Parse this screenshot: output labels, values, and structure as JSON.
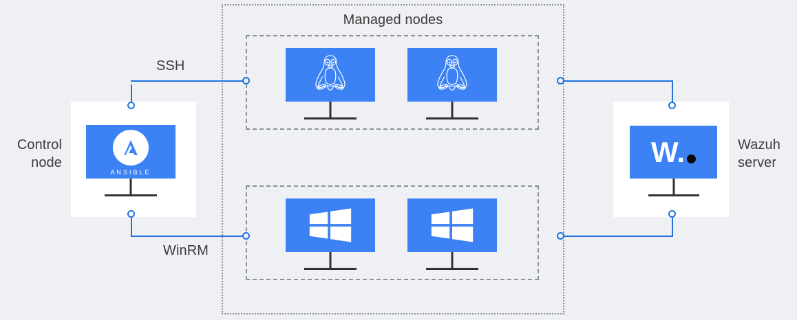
{
  "diagram": {
    "title": "Ansible control node to Wazuh managed nodes architecture",
    "background_color": "#eff0f4",
    "accent_color": "#3d82f5",
    "connector_color": "#1f72e0",
    "text_color": "#3c3c3c"
  },
  "labels": {
    "control_node": "Control\nnode",
    "wazuh_server": "Wazuh\nserver",
    "managed_nodes": "Managed nodes",
    "ssh": "SSH",
    "winrm": "WinRM"
  },
  "nodes": {
    "control": {
      "name": "Control node",
      "icon": "ansible-logo",
      "wordmark": "ANSIBLE"
    },
    "wazuh": {
      "name": "Wazuh server",
      "icon": "wazuh-logo",
      "wordmark": "W."
    },
    "managed": [
      {
        "id": "linux-node-1",
        "os": "linux",
        "icon": "linux-penguin-icon"
      },
      {
        "id": "linux-node-2",
        "os": "linux",
        "icon": "linux-penguin-icon"
      },
      {
        "id": "windows-node-1",
        "os": "windows",
        "icon": "windows-logo-icon"
      },
      {
        "id": "windows-node-2",
        "os": "windows",
        "icon": "windows-logo-icon"
      }
    ]
  },
  "connections": [
    {
      "id": "ssh",
      "from": "control-node",
      "to": "managed-nodes",
      "protocol": "SSH"
    },
    {
      "id": "winrm",
      "from": "control-node",
      "to": "managed-nodes",
      "protocol": "WinRM"
    },
    {
      "id": "wazuh-top",
      "from": "managed-nodes",
      "to": "wazuh-server",
      "protocol": ""
    },
    {
      "id": "wazuh-bottom",
      "from": "managed-nodes",
      "to": "wazuh-server",
      "protocol": ""
    }
  ]
}
